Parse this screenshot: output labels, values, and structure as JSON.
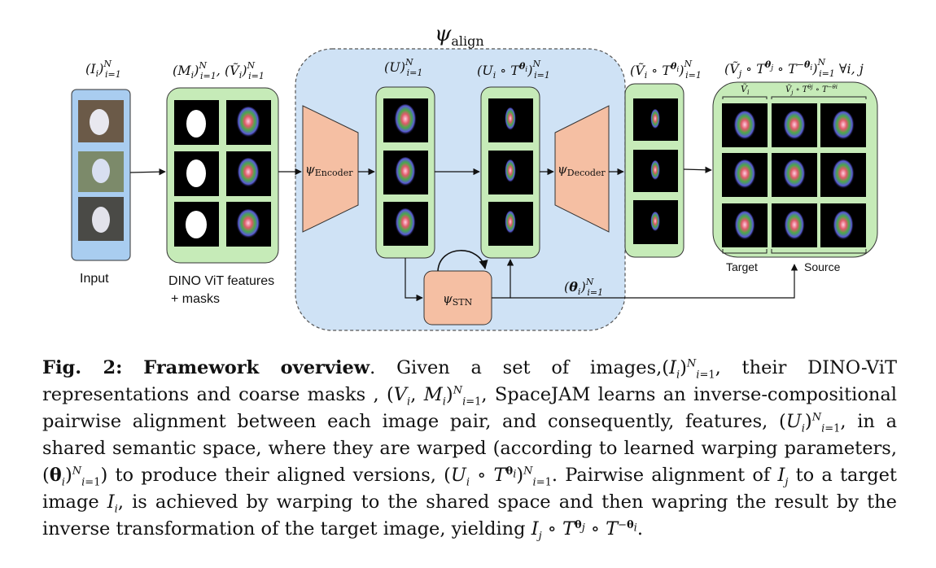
{
  "figure": {
    "align_title": "ψ",
    "align_title_sub": "align",
    "input_label": "Input",
    "features_label_line1": "DINO ViT features",
    "features_label_line2": "+ masks",
    "top_label_input": "(I_i)_{i=1}^N",
    "top_label_masks": "(M_i)_{i=1}^N, (Ṽ_i)_{i=1}^N",
    "top_label_U": "(U)_{i=1}^N",
    "top_label_warped": "(U_i ∘ T^{θ_i})_{i=1}^N",
    "top_label_decoded": "(Ṽ_i ∘ T^{θ_i})_{i=1}^N",
    "top_label_pairwise": "(Ṽ_j ∘ T^{θ_j} ∘ T^{−θ_i})_{i=1}^N ∀i, j",
    "encoder_label": "ψ",
    "encoder_sub": "Encoder",
    "decoder_label": "ψ",
    "decoder_sub": "Decoder",
    "stn_label": "ψ",
    "stn_sub": "STN",
    "theta_label": "(θ_i)_{i=1}^N",
    "grid_header_left": "Ṽ_i",
    "grid_header_right": "Ṽ_j ∘ T^{θ_j} ∘ T^{−θ_i}",
    "target_label": "Target",
    "source_label": "Source",
    "colors": {
      "blue_box": "#a9cdf0",
      "green_box": "#c6ebb8",
      "align_region": "#cfe2f5",
      "salmon": "#f5bfa3"
    }
  },
  "caption": {
    "fig_label": "Fig. 2:",
    "fig_title": "Framework overview",
    "text": "Given a set of images,(I_i)_{i=1}^N, their DINO-ViT representations and coarse masks , (V_i, M_i)_{i=1}^N, SpaceJAM learns an inverse-compositional pairwise alignment between each image pair, and consequently, features, (U_i)_{i=1}^N, in a shared semantic space, where they are warped (according to learned warping parameters, (θ_i)_{i=1}^N) to produce their aligned versions, (U_i ∘ T^{θ_i})_{i=1}^N. Pairwise alignment of I_j to a target image I_i, is achieved by warping to the shared space and then wapring the result by the inverse transformation of the target image, yielding I_j ∘ T^{θ_j} ∘ T^{−θ_i}."
  }
}
